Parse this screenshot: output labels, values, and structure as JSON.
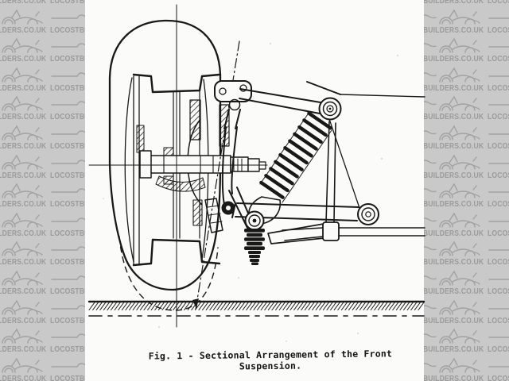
{
  "caption": {
    "text": "Fig. 1 - Sectional Arrangement of the Front Suspension."
  },
  "watermark": {
    "text": "LOCOSTBUILDERS.CO.UK",
    "logo": "locost-car-logo",
    "colors": {
      "strip_bg": "#c9c9c9",
      "text": "#9b9b9b",
      "logo": "#a2a2a2"
    }
  },
  "drawing": {
    "ink": "#191919",
    "paper": "#fbfbf9"
  }
}
